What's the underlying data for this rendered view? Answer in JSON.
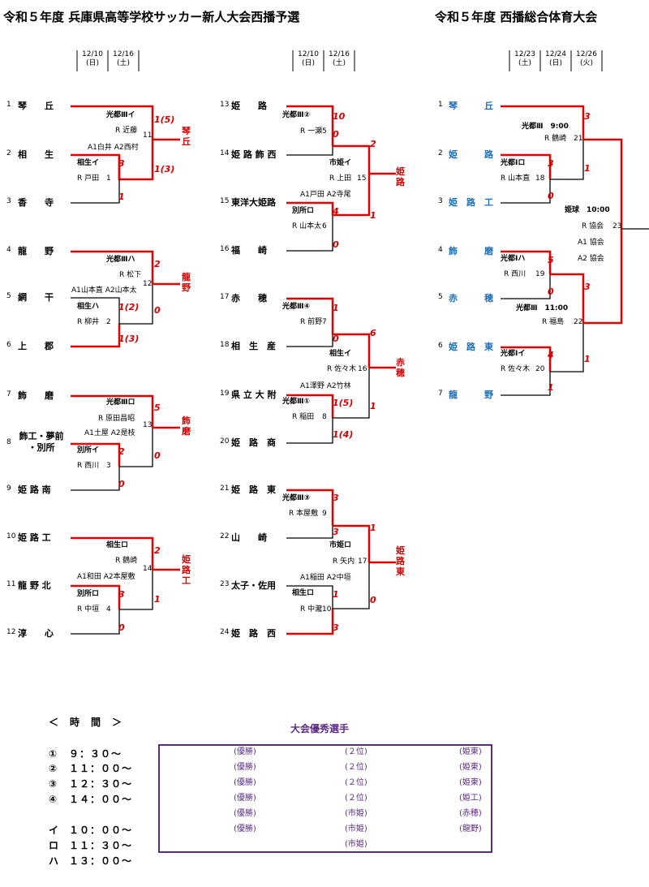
{
  "titles": {
    "left": "令和５年度 兵庫県高等学校サッカー新人大会西播予選",
    "right": "令和５年度 西播総合体育大会"
  },
  "date_headers": {
    "a1": "12/10\n(日)",
    "a2": "12/16\n(土)",
    "b1": "12/10\n(日)",
    "b2": "12/16\n(土)",
    "c1": "12/23\n(土)",
    "c2": "12/24\n(日)",
    "c3": "12/26\n(火)"
  },
  "bracket_left": {
    "teams": [
      {
        "n": "1",
        "name": "琴　　丘"
      },
      {
        "n": "2",
        "name": "相　　生"
      },
      {
        "n": "3",
        "name": "香　　寺"
      },
      {
        "n": "4",
        "name": "龍　　野"
      },
      {
        "n": "5",
        "name": "網　　干"
      },
      {
        "n": "6",
        "name": "上　　郡"
      },
      {
        "n": "7",
        "name": "飾　　磨"
      },
      {
        "n": "8",
        "name": "飾工・夢前\n・別所"
      },
      {
        "n": "9",
        "name": "姫 路 南"
      },
      {
        "n": "10",
        "name": "姫 路 工"
      },
      {
        "n": "11",
        "name": "龍 野 北"
      },
      {
        "n": "12",
        "name": "淳　　心"
      }
    ],
    "winners": [
      "琴\n丘",
      "龍\n野",
      "飾\n磨",
      "姫\n路\n工"
    ]
  },
  "bracket_mid": {
    "teams": [
      {
        "n": "13",
        "name": "姫　　路"
      },
      {
        "n": "14",
        "name": "姫 路 飾 西"
      },
      {
        "n": "15",
        "name": "東洋大姫路"
      },
      {
        "n": "16",
        "name": "福　　崎"
      },
      {
        "n": "17",
        "name": "赤　　穂"
      },
      {
        "n": "18",
        "name": "相　生　産"
      },
      {
        "n": "19",
        "name": "県 立 大 附"
      },
      {
        "n": "20",
        "name": "姫　路　商"
      },
      {
        "n": "21",
        "name": "姫　路　東"
      },
      {
        "n": "22",
        "name": "山　　崎"
      },
      {
        "n": "23",
        "name": "太子・佐用"
      },
      {
        "n": "24",
        "name": "姫　路　西"
      }
    ],
    "winners": [
      "姫\n路",
      "赤\n穂",
      "姫\n路\n東"
    ]
  },
  "bracket_right": {
    "teams": [
      {
        "n": "1",
        "name": "琴　　　丘"
      },
      {
        "n": "2",
        "name": "姫　　　路"
      },
      {
        "n": "3",
        "name": "姫　路　工"
      },
      {
        "n": "4",
        "name": "飾　　　磨"
      },
      {
        "n": "5",
        "name": "赤　　　穂"
      },
      {
        "n": "6",
        "name": "姫　路　東"
      },
      {
        "n": "7",
        "name": "龍　　　野"
      }
    ]
  },
  "match_info": {
    "m11": {
      "venue": "光都Ⅲイ",
      "ref": "R 近藤",
      "id": "11",
      "assist": "A1白井 A2西村"
    },
    "m1": {
      "venue": "相生イ",
      "ref": "R 戸田",
      "id": "1"
    },
    "m12": {
      "venue": "光都Ⅲハ",
      "ref": "R 松下",
      "id": "12",
      "assist": "A1山本直 A2山本太"
    },
    "m2": {
      "venue": "相生ハ",
      "ref": "R 柳井",
      "id": "2"
    },
    "m13": {
      "venue": "光都Ⅲロ",
      "ref": "R 原田昌昭",
      "id": "13",
      "assist": "A1土屋 A2是枝"
    },
    "m3": {
      "venue": "別所イ",
      "ref": "R 西川",
      "id": "3"
    },
    "m14": {
      "venue": "相生ロ",
      "ref": "R 鶴崎",
      "id": "14",
      "assist": "A1和田 A2本屋敷"
    },
    "m4": {
      "venue": "別所ロ",
      "ref": "R 中垣",
      "id": "4"
    },
    "m5": {
      "venue": "光都Ⅲ②",
      "ref": "R 一瀬",
      "id": "5"
    },
    "m15": {
      "venue": "市姫イ",
      "ref": "R 上田",
      "id": "15",
      "assist": "A1戸田 A2寺尾"
    },
    "m6": {
      "venue": "別所ロ",
      "ref": "R 山本太",
      "id": "6"
    },
    "m7": {
      "venue": "光都Ⅲ④",
      "ref": "R 前野",
      "id": "7"
    },
    "m16": {
      "venue": "相生イ",
      "ref": "R 佐々木",
      "id": "16",
      "assist": "A1澤野 A2竹林"
    },
    "m8": {
      "venue": "光都Ⅲ①",
      "ref": "R 稲田",
      "id": "8"
    },
    "m9": {
      "venue": "光都Ⅲ③",
      "ref": "R 本屋敷",
      "id": "9"
    },
    "m17": {
      "venue": "市姫ロ",
      "ref": "R 矢内",
      "id": "17",
      "assist": "A1稲田 A2中垣"
    },
    "m10": {
      "venue": "相生ロ",
      "ref": "R 中瀧",
      "id": "10"
    },
    "m18": {
      "venue": "光都Ⅰロ",
      "ref": "R 山本直",
      "id": "18"
    },
    "m21": {
      "venue": "光都Ⅲ　9:00",
      "ref": "R 鶴崎",
      "id": "21"
    },
    "m23": {
      "venue": "姫球　10:00",
      "ref": "R 協会",
      "id": "23",
      "a1": "A1 協会",
      "a2": "A2 協会"
    },
    "m19": {
      "venue": "光都Ⅰハ",
      "ref": "R 西川",
      "id": "19"
    },
    "m22": {
      "venue": "光都Ⅲ　11:00",
      "ref": "R 福島",
      "id": "22"
    },
    "m20": {
      "venue": "光都Ⅰイ",
      "ref": "R 佐々木",
      "id": "20"
    }
  },
  "scores": {
    "s1": "1(5)",
    "s2": "3",
    "s3": "1(3)",
    "s4": "1",
    "s5": "2",
    "s6": "1(2)",
    "s7": "0",
    "s8": "1(3)",
    "s9": "5",
    "s10": "2",
    "s11": "0",
    "s12": "0",
    "s13": "2",
    "s14": "3",
    "s15": "1",
    "s16": "0",
    "s17": "10",
    "s18": "0",
    "s19": "2",
    "s20": "4",
    "s21": "1",
    "s22": "0",
    "s23": "1",
    "s24": "0",
    "s25": "6",
    "s26": "1(5)",
    "s27": "1",
    "s28": "1(4)",
    "s29": "3",
    "s30": "1",
    "s31": "3",
    "s32": "1",
    "s33": "0",
    "s34": "3",
    "r1": "3",
    "r2": "3",
    "r3": "1",
    "r4": "0",
    "r5": "5",
    "r6": "0",
    "r7": "3",
    "r8": "4",
    "r9": "1",
    "r10": "1"
  },
  "schedule": {
    "header": "＜　時　間　＞",
    "rows": [
      {
        "k": "①",
        "t": "９：３０～"
      },
      {
        "k": "②",
        "t": "１１：００～"
      },
      {
        "k": "③",
        "t": "１２：３０～"
      },
      {
        "k": "④",
        "t": "１４：００～"
      },
      {
        "k": "イ",
        "t": "１０：００～"
      },
      {
        "k": "ロ",
        "t": "１１：３０～"
      },
      {
        "k": "ハ",
        "t": "１３：００～"
      }
    ]
  },
  "awards": {
    "title": "大会優秀選手",
    "col1": [
      "(優勝)",
      "(優勝)",
      "(優勝)",
      "(優勝)",
      "(優勝)",
      "(優勝)"
    ],
    "col2": [
      "(２位)",
      "(２位)",
      "(２位)",
      "(２位)",
      "(市姫)",
      "(市姫)",
      "(市姫)"
    ],
    "col3": [
      "(姫東)",
      "(姫東)",
      "(姫東)",
      "(姫工)",
      "(赤穂)",
      "(龍野)"
    ]
  },
  "colors": {
    "win": "#e00000",
    "line": "#000000",
    "purple": "#5a2d82",
    "blue": "#1f6fb5"
  }
}
